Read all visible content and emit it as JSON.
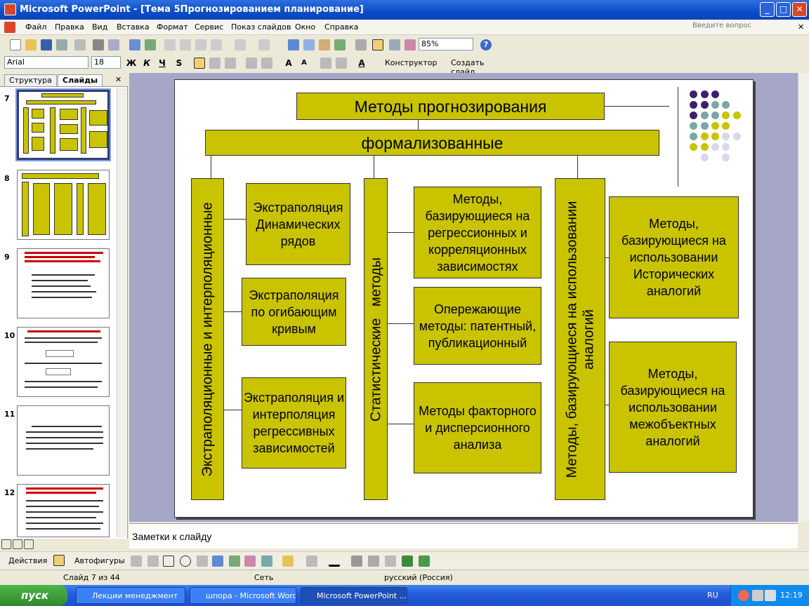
{
  "window": {
    "title": "Microsoft PowerPoint - [Тема 5Прогнозированием планирование]",
    "min": "_",
    "max": "□",
    "close": "✕"
  },
  "menu": {
    "items": [
      "Файл",
      "Правка",
      "Вид",
      "Вставка",
      "Формат",
      "Сервис",
      "Показ слайдов",
      "Окно",
      "Справка"
    ],
    "ask_placeholder": "Введите вопрос",
    "close_doc": "✕"
  },
  "toolbar": {
    "zoom": "85%",
    "help": "?"
  },
  "format": {
    "font": "Arial",
    "size": "18",
    "bold": "Ж",
    "italic": "К",
    "underline": "Ч",
    "shadow": "S",
    "a_grow": "A",
    "a_shrink": "A",
    "font_color": "A",
    "designer": "Конструктор",
    "new_slide": "Создать слайд"
  },
  "panes": {
    "tab_outline": "Структура",
    "tab_slides": "Слайды",
    "close": "✕"
  },
  "thumbnails": [
    {
      "num": "7",
      "title": "Методы прогнозирования"
    },
    {
      "num": "8",
      "title": ""
    },
    {
      "num": "9",
      "title": ""
    },
    {
      "num": "10",
      "title": ""
    },
    {
      "num": "11",
      "title": ""
    },
    {
      "num": "12",
      "title": ""
    }
  ],
  "slide": {
    "title": "Методы прогнозирования",
    "subtitle": "формализованные",
    "col1_header": "Экстраполяционные и интерполяционные",
    "col1_items": [
      "Экстраполяция Динамических рядов",
      "Экстраполяция по огибающим кривым",
      "Экстраполяция и интерполяция регрессивных зависимостей"
    ],
    "col2_header": "Статистические   методы",
    "col2_items": [
      "Методы, базирующиеся на регрессионных и корреляционных зависимостях",
      "Опережающие методы: патентный, публикационный",
      "Методы факторного и дисперсионного анализа"
    ],
    "col3_header": "Методы, базирующиеся на  использовании аналогий",
    "col3_items": [
      "Методы, базирующиеся на использовании Исторических аналогий",
      "Методы, базирующиеся на использовании межобъектных аналогий"
    ]
  },
  "notes": {
    "placeholder": "Заметки к слайду"
  },
  "drawing": {
    "actions": "Действия",
    "autoshapes": "Автофигуры"
  },
  "status": {
    "slide": "Слайд 7 из 44",
    "design": "Сеть",
    "language": "русский (Россия)"
  },
  "taskbar": {
    "start": "пуск",
    "tasks": [
      "Лекции менеджмент",
      "шпора - Microsoft Word",
      "Microsoft PowerPoint ..."
    ],
    "lang": "RU",
    "time": "12:19"
  },
  "colors": {
    "box_fill": "#c9c300",
    "dot_purple": "#3f1f6b",
    "dot_teal": "#7aa6a6",
    "dot_yellow": "#c9c300",
    "dot_light": "#d8d8e8"
  }
}
